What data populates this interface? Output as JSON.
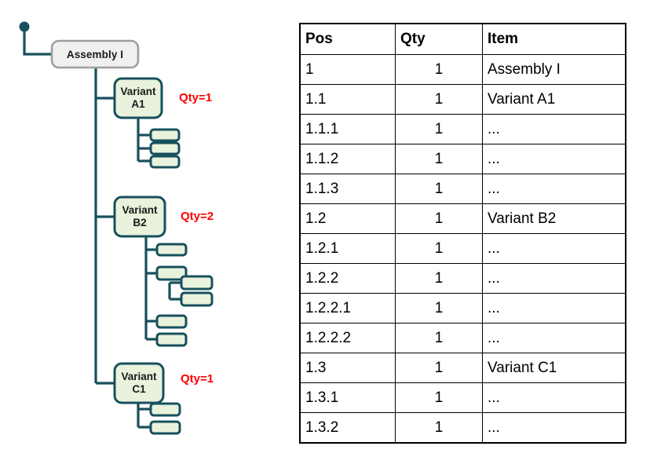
{
  "diagram": {
    "root": {
      "label": "Assembly I",
      "fill": "#f0f0f0",
      "stroke": "#9e9e9e"
    },
    "variants": [
      {
        "line1": "Variant",
        "line2": "A1",
        "qty_label": "Qty=1"
      },
      {
        "line1": "Variant",
        "line2": "B2",
        "qty_label": "Qty=2"
      },
      {
        "line1": "Variant",
        "line2": "C1",
        "qty_label": "Qty=1"
      }
    ],
    "colors": {
      "connector": "#17505d",
      "node_fill": "#e8f2dc",
      "node_stroke": "#17505d",
      "qty_text": "#ff0000",
      "root_fill": "#f0f0f0",
      "root_stroke": "#9e9e9e"
    }
  },
  "table": {
    "headers": [
      "Pos",
      "Qty",
      "Item"
    ],
    "rows": [
      {
        "pos": "1",
        "qty": "1",
        "item": "Assembly I"
      },
      {
        "pos": "1.1",
        "qty": "1",
        "item": "Variant A1"
      },
      {
        "pos": "1.1.1",
        "qty": "1",
        "item": "..."
      },
      {
        "pos": "1.1.2",
        "qty": "1",
        "item": "..."
      },
      {
        "pos": "1.1.3",
        "qty": "1",
        "item": "..."
      },
      {
        "pos": "1.2",
        "qty": "1",
        "item": "Variant B2"
      },
      {
        "pos": "1.2.1",
        "qty": "1",
        "item": "..."
      },
      {
        "pos": "1.2.2",
        "qty": "1",
        "item": "..."
      },
      {
        "pos": "1.2.2.1",
        "qty": "1",
        "item": "..."
      },
      {
        "pos": "1.2.2.2",
        "qty": "1",
        "item": "..."
      },
      {
        "pos": "1.3",
        "qty": "1",
        "item": "Variant C1"
      },
      {
        "pos": "1.3.1",
        "qty": "1",
        "item": "..."
      },
      {
        "pos": "1.3.2",
        "qty": "1",
        "item": "..."
      }
    ]
  }
}
